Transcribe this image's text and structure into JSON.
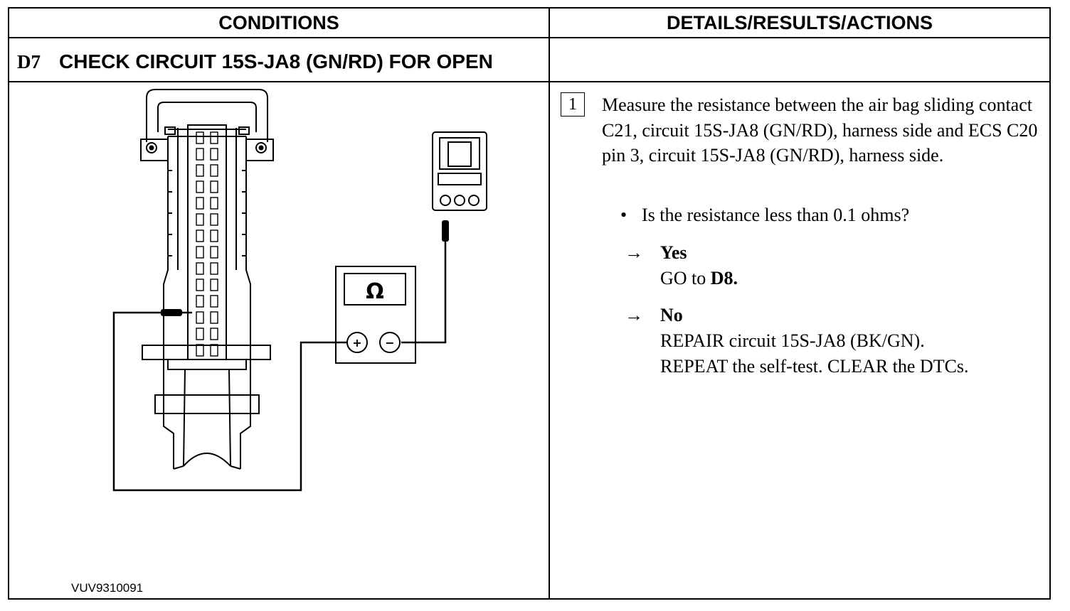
{
  "headers": {
    "conditions": "CONDITIONS",
    "details": "DETAILS/RESULTS/ACTIONS"
  },
  "step": {
    "id": "D7",
    "title": "CHECK CIRCUIT 15S-JA8 (GN/RD) FOR OPEN"
  },
  "figure": {
    "code": "VUV9310091",
    "meter_symbol": "Ω",
    "plus": "+",
    "minus": "−"
  },
  "details": {
    "number": "1",
    "instruction": "Measure the resistance between the air bag sliding contact C21, circuit 15S-JA8 (GN/RD), harness side and ECS C20 pin 3, circuit 15S-JA8 (GN/RD), harness side.",
    "question": "Is the resistance less than 0.1 ohms?",
    "yes": {
      "arrow": "→",
      "label": "Yes",
      "action_prefix": "GO to ",
      "action_target": "D8."
    },
    "no": {
      "arrow": "→",
      "label": "No",
      "line1": "REPAIR circuit 15S-JA8 (BK/GN).",
      "line2": "REPEAT the self-test. CLEAR the DTCs."
    }
  }
}
